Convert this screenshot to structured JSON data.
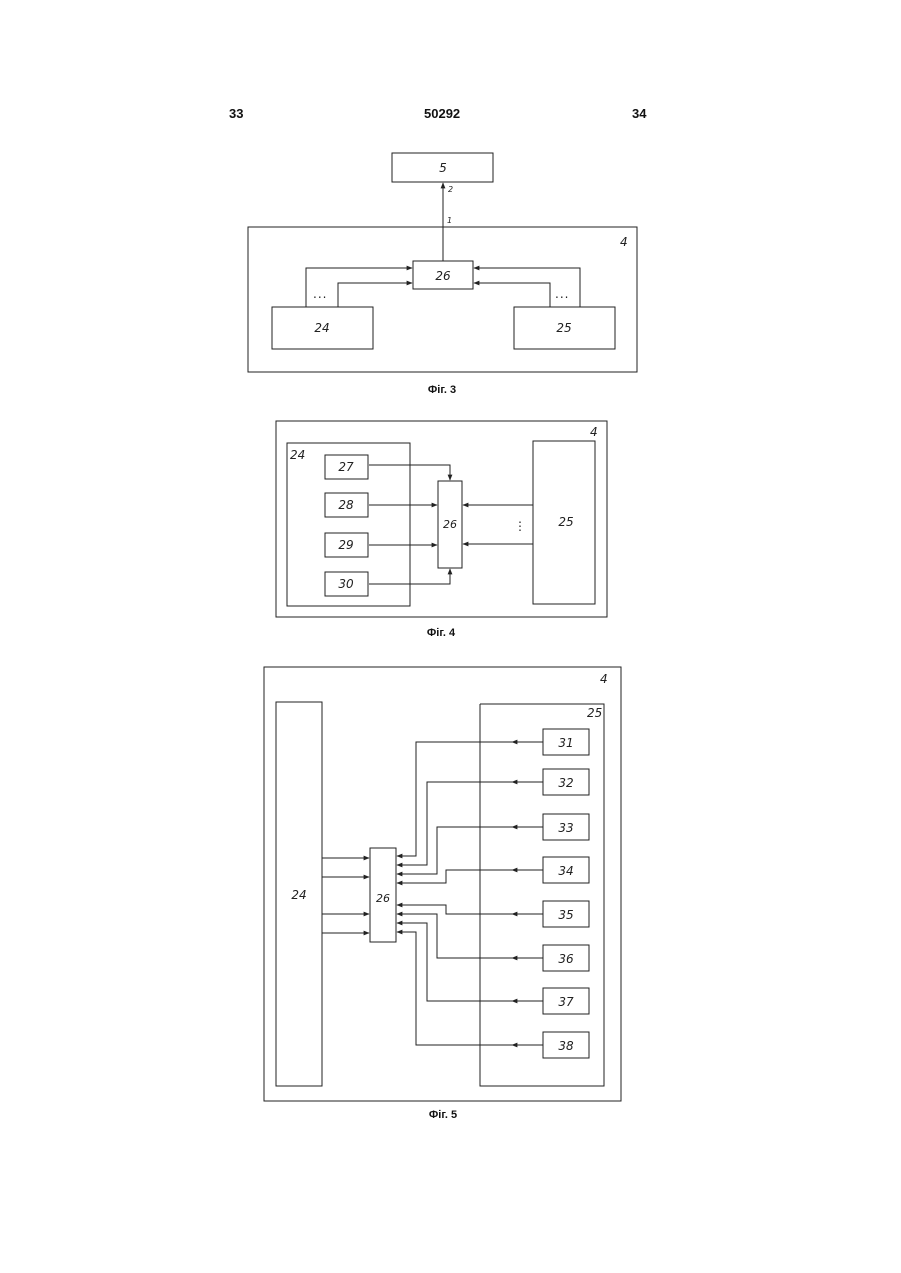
{
  "header": {
    "page_left": "33",
    "patent_number": "50292",
    "page_right": "34"
  },
  "fig3": {
    "caption": "Фіг. 3",
    "block_5": "5",
    "block_4": "4",
    "block_26": "26",
    "block_24": "24",
    "block_25": "25",
    "line_label_1": "1",
    "line_label_2": "2",
    "ellipsis": "..."
  },
  "fig4": {
    "caption": "Фіг. 4",
    "block_4": "4",
    "block_24": "24",
    "block_25": "25",
    "block_26": "26",
    "block_27": "27",
    "block_28": "28",
    "block_29": "29",
    "block_30": "30",
    "ellipsis": "⋮"
  },
  "fig5": {
    "caption": "Фіг. 5",
    "block_4": "4",
    "block_24": "24",
    "block_25": "25",
    "block_26": "26",
    "blocks": [
      "31",
      "32",
      "33",
      "34",
      "35",
      "36",
      "37",
      "38"
    ]
  }
}
